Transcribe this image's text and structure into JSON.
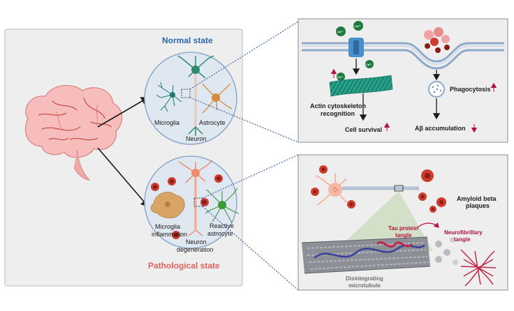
{
  "states": {
    "normal": "Normal state",
    "pathological": "Pathological state"
  },
  "normal_cells": {
    "microglia": "Microglia",
    "astrocyte": "Astrocyte",
    "neuron": "Neuron"
  },
  "path_cells": {
    "microglia_line1": "Microglia",
    "microglia_line2": "inflammation",
    "reactive_line1": "Reactive",
    "reactive_line2": "astrocyte",
    "neuron_line1": "Neuron",
    "neuron_line2": "degeneration"
  },
  "top_panel": {
    "actin_line1": "Actin cytoskeleton",
    "actin_line2": "recognition",
    "cell_survival": "Cell survival",
    "phagocytosis": "Phagocytosis",
    "abeta": "Aβ accumulation",
    "ion_label": "Ca²⁺"
  },
  "bottom_panel": {
    "amyloid_line1": "Amyloid beta",
    "amyloid_line2": "plaques",
    "tau_line1": "Tau protein",
    "tau_line2": "tangle",
    "nft_line1": "Neurofibrillary",
    "nft_line2": "tangle",
    "micro_line1": "Disintegrating",
    "micro_line2": "microtubule"
  },
  "colors": {
    "panel_bg": "#edeeed",
    "circle_fill": "#dfe7f1",
    "circle_stroke": "#8da9cc",
    "dotted": "#3a5fb0",
    "up_arrow": "#c8334b",
    "neuron_green": "#2f8a6c",
    "astro_orange": "#d38b3c",
    "plaque_red": "#cc3b2e",
    "brain_pink": "#f4b0b0"
  }
}
